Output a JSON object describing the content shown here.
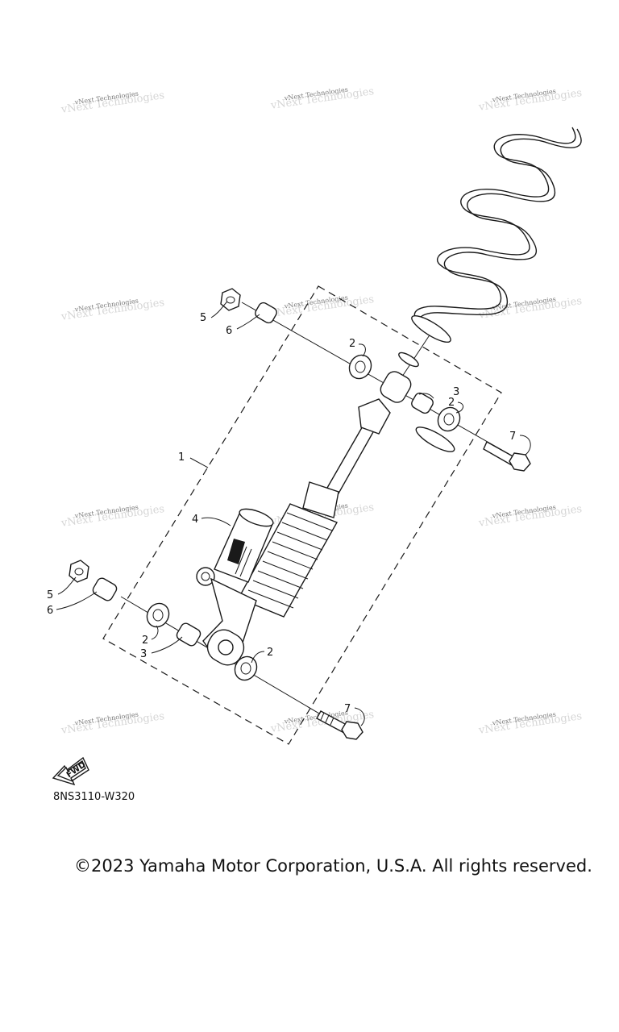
{
  "watermark": "vNext Technologies",
  "callouts": {
    "c1": "1",
    "c2": "2",
    "c3": "3",
    "c4": "4",
    "c5": "5",
    "c6": "6",
    "c7": "7"
  },
  "fwd_label": "FWD",
  "diagram_code": "8NS3110-W320",
  "copyright": "©2023 Yamaha Motor Corporation, U.S.A. All rights reserved."
}
